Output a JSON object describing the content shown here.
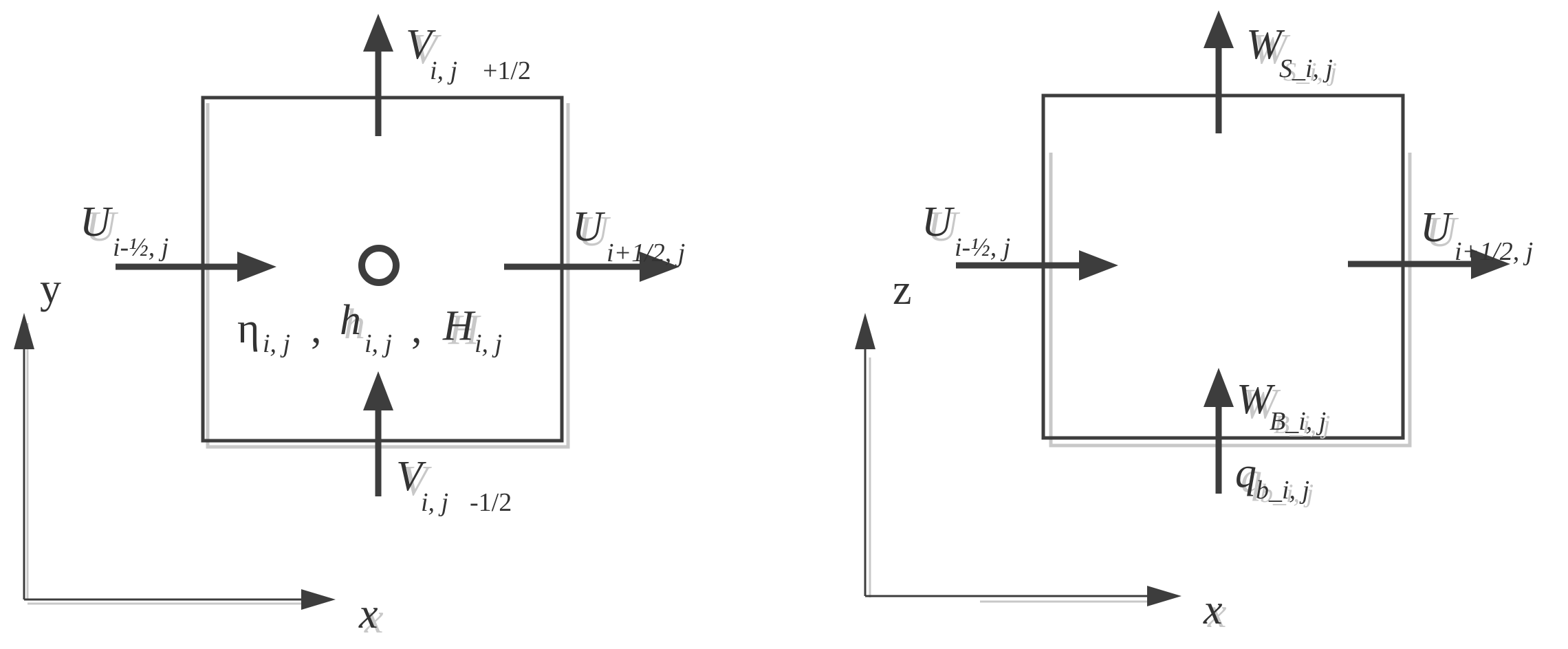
{
  "left_panel": {
    "v_top": {
      "main": "V",
      "sub_i": "i, j",
      "sub_rest": "+1/2"
    },
    "v_bottom": {
      "main": "V",
      "sub_i": "i, j",
      "sub_rest": "-1/2"
    },
    "u_left": {
      "main": "U",
      "sub": "i-½, j"
    },
    "u_right": {
      "main": "U",
      "sub": "i+1/2, j"
    },
    "center": {
      "eta": "η",
      "eta_sub": "i, j",
      "h": "h",
      "h_sub": "i, j",
      "H": "H",
      "H_sub": "i, j",
      "sep": ","
    },
    "axis_x": "x",
    "axis_y": "y"
  },
  "right_panel": {
    "w_top": {
      "main": "W",
      "sub": "S_i, j"
    },
    "w_bottom": {
      "main": "W",
      "sub": "B_i, j"
    },
    "q_bottom": {
      "main": "q",
      "sub": "b_i, j"
    },
    "u_left": {
      "main": "U",
      "sub": "i-½, j"
    },
    "u_right": {
      "main": "U",
      "sub": "i+1/2, j"
    },
    "axis_x": "x",
    "axis_z": "z"
  },
  "colors": {
    "stroke": "#3d3d3d",
    "shadow": "#c8c8c8",
    "background": "#ffffff"
  }
}
